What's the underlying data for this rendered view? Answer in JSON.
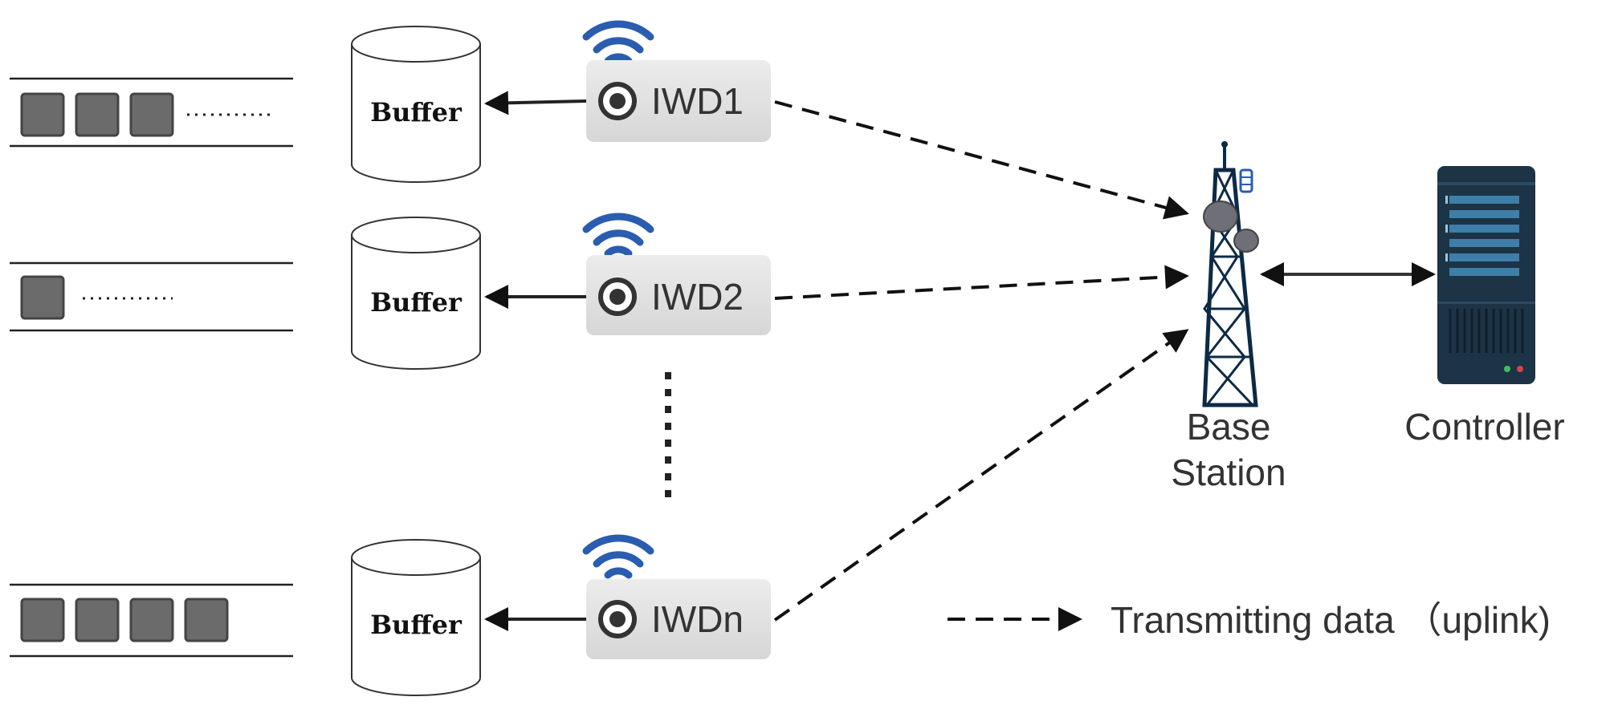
{
  "devices": [
    {
      "label": "IWD1",
      "buffer_label": "Buffer",
      "queue_packets": 3
    },
    {
      "label": "IWD2",
      "buffer_label": "Buffer",
      "queue_packets": 1
    },
    {
      "label": "IWDn",
      "buffer_label": "Buffer",
      "queue_packets": 4
    }
  ],
  "base_station": {
    "label_line1": "Base",
    "label_line2": "Station"
  },
  "controller": {
    "label": "Controller"
  },
  "legend": {
    "label": "Transmitting data （uplink)"
  },
  "colors": {
    "wifi": "#2a5db0",
    "device_box": "#e2e2e2",
    "packet": "#6b6b6b",
    "server": "#1d3346",
    "server_bar": "#3d7fa8",
    "arrow": "#222222"
  }
}
